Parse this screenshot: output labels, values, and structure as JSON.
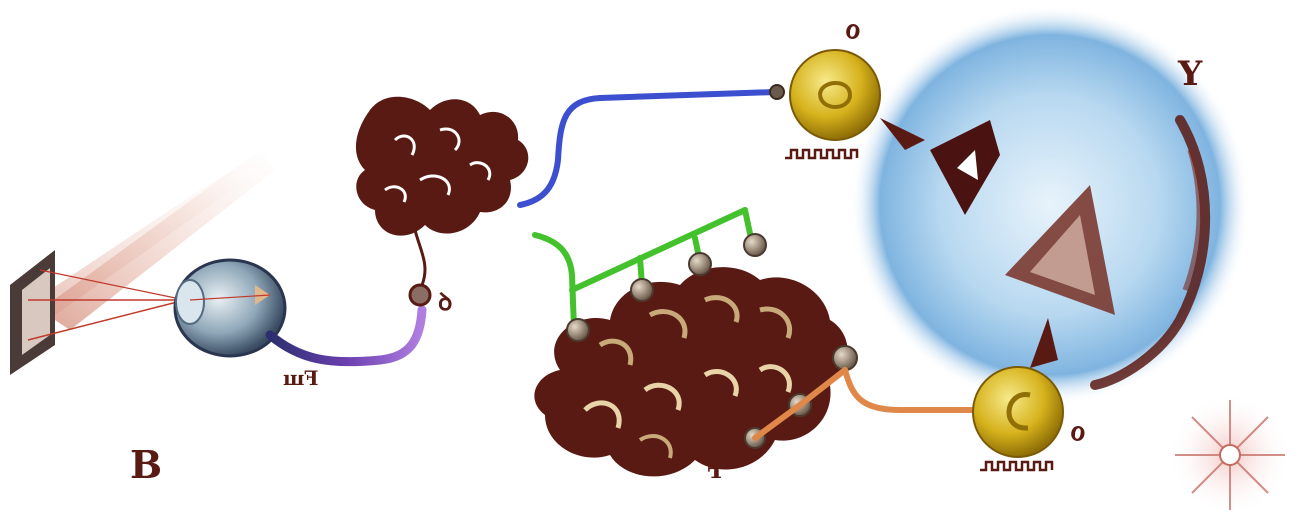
{
  "panel_label": "B",
  "labels": {
    "optic_nerve": "ꟺꟻ",
    "brainstem": "ꝺ",
    "cerebellum": "ꟻ",
    "neuron_top": "ℴ",
    "neuron_bottom": "ℴ",
    "retina_field": "Y"
  },
  "colors": {
    "ink": "#5a1a14",
    "blue_path": "#3b4fcf",
    "purple_path": "#8a3fc7",
    "green_path": "#43c22d",
    "orange_path": "#e0884a",
    "gold": "#d4b21a",
    "field_blue": "#8fc3e8"
  }
}
